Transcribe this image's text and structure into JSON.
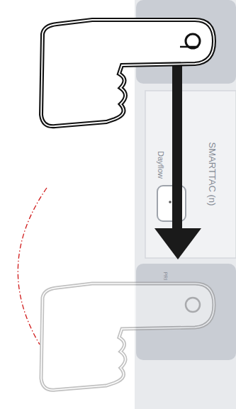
{
  "diagram": {
    "labels": [
      "SMARTTAC (n)",
      "Dayflow",
      "PRI"
    ]
  }
}
